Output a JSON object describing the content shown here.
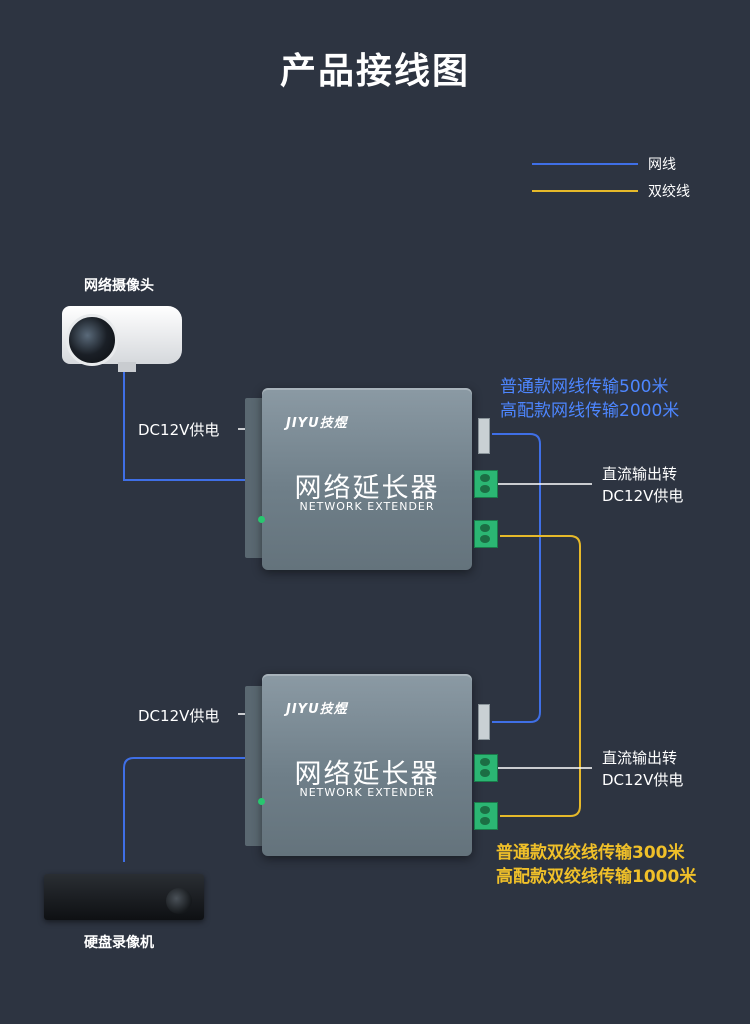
{
  "title": "产品接线图",
  "legend": [
    {
      "label": "网线",
      "color": "#3f6fe6"
    },
    {
      "label": "双绞线",
      "color": "#e6b92a"
    }
  ],
  "devices": {
    "camera_label": "网络摄像头",
    "dvr_label": "硬盘录像机",
    "extender": {
      "brand": "JIYU技煜",
      "name_cn": "网络延长器",
      "name_en": "NETWORK EXTENDER"
    }
  },
  "labels": {
    "dc_power": "DC12V供电",
    "dc_out_line1": "直流输出转",
    "dc_out_line2": "DC12V供电",
    "top_blue_line1": "普通款网线传输500米",
    "top_blue_line2": "高配款网线传输2000米",
    "bottom_yellow_line1": "普通款双绞线传输300米",
    "bottom_yellow_line2": "高配款双绞线传输1000米"
  },
  "colors": {
    "background": "#2d3441",
    "network_cable": "#3f6fe6",
    "twisted_pair": "#e6b92a",
    "wire_white": "#ffffff"
  }
}
